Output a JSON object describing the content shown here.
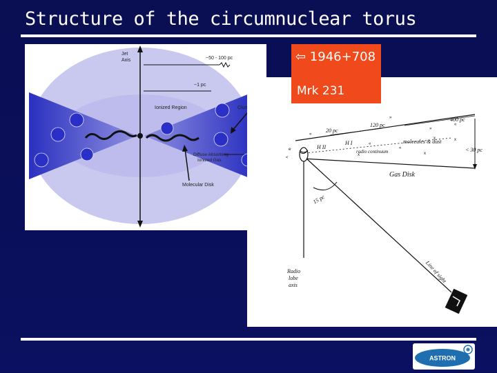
{
  "slide": {
    "title": "Structure of the circumnuclear torus"
  },
  "callout": {
    "line1": "⇦ 1946+708",
    "line2": "Mrk 231"
  },
  "left_figure": {
    "jet_axis": [
      "Jet",
      "Axis"
    ],
    "scale_50_100": "~50 - 100 pc",
    "scale_1": "~1 pc",
    "ionized_region": "Ionized Region",
    "clumps": "Clumps",
    "ionized_gas": [
      "Diffuse Absorbing",
      "Ionized Gas"
    ],
    "molecular_disk": "Molecular Disk"
  },
  "right_figure": {
    "d400": "400 pc",
    "d120": "120 pc",
    "d20": "20 pc",
    "lt30": "< 30 pc",
    "hii": "H II",
    "hi": "H I",
    "molecules_dust": "molecules & dust",
    "radio_continuum": "radio continuum",
    "gas_disk": "Gas Disk",
    "pc15": "15 pc",
    "radio_lobe": [
      "Radio",
      "lobe",
      "axis"
    ],
    "line_of_sight": "Line of sight"
  },
  "logo": {
    "text": "ASTRON"
  },
  "colors": {
    "background": "#0b0f5a",
    "callout": "#f04a1c",
    "torus_light": "#c9c8ef",
    "torus_dark": "#2e34c8",
    "logo_blue": "#1f6fb0"
  }
}
